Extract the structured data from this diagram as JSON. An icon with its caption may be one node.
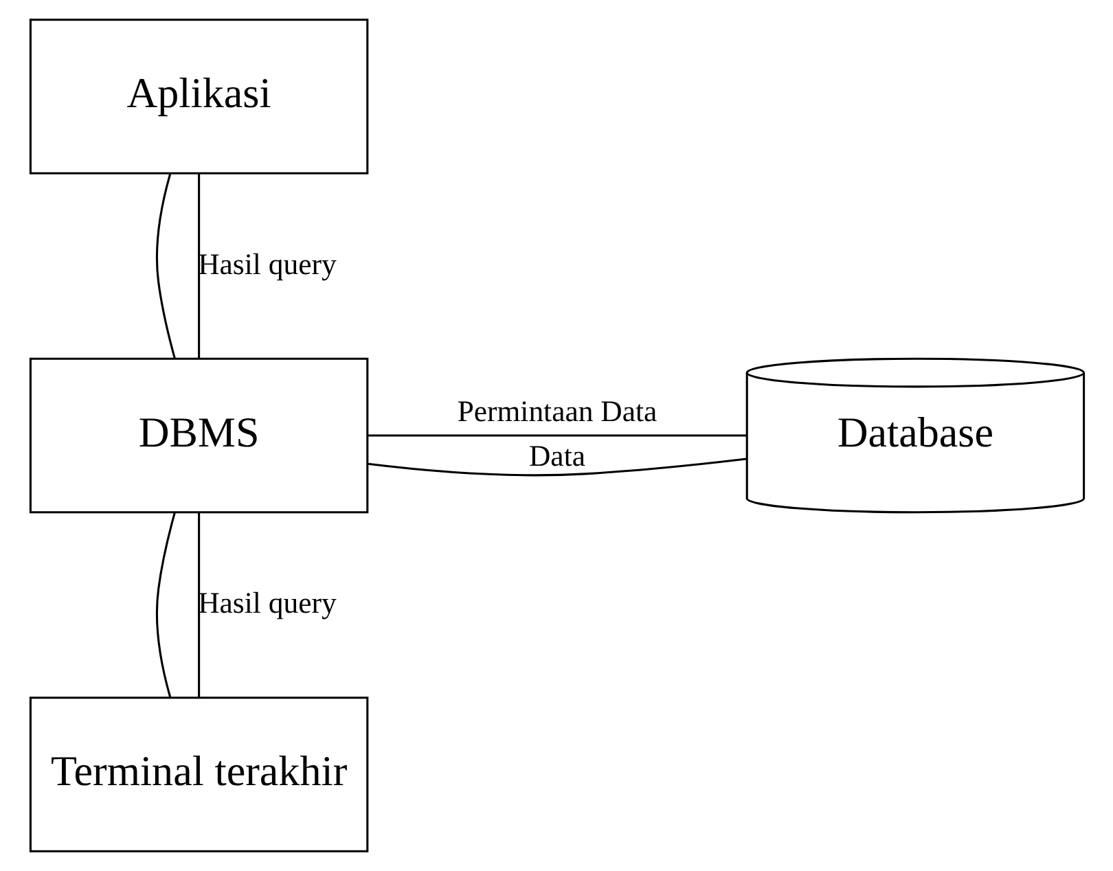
{
  "diagram": {
    "nodes": [
      {
        "text": [
          "Aplikasi"
        ]
      },
      {
        "text": [
          "DBMS"
        ]
      },
      {
        "text": [
          "Database"
        ]
      },
      {
        "text": [
          "Terminal terakhir"
        ]
      }
    ],
    "edges": [
      {
        "from": 0,
        "to": 1,
        "arrow": "none"
      },
      {
        "from": 0,
        "to": 1,
        "arrow": "none",
        "label": "Hasil query"
      },
      {
        "from": 1,
        "to": 2,
        "arrow": "none",
        "label": "Permintaan Data"
      },
      {
        "from": 1,
        "to": 2,
        "arrow": "none",
        "label": "Data"
      },
      {
        "from": 1,
        "to": 3,
        "arrow": "none"
      },
      {
        "from": 1,
        "to": 3,
        "arrow": "none",
        "label": "Hasil query"
      }
    ]
  }
}
